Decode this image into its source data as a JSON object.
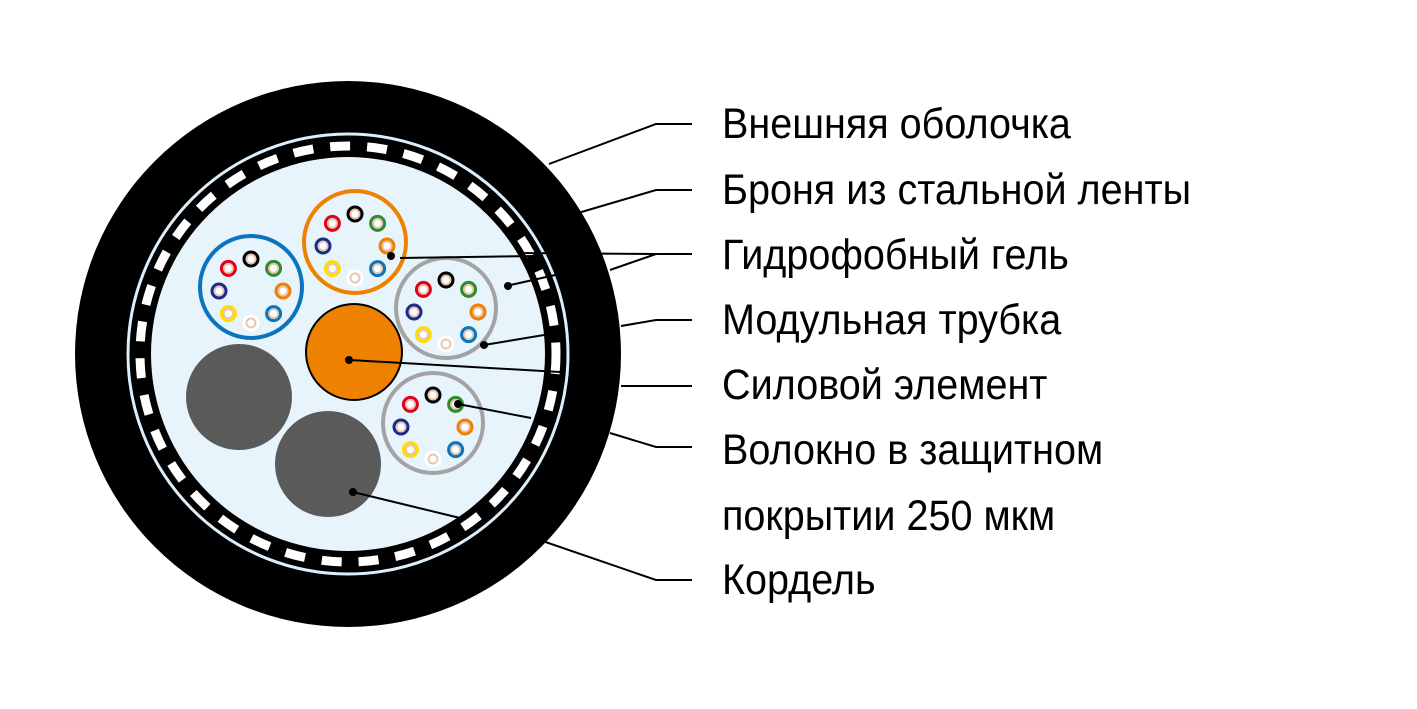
{
  "colors": {
    "jacket": "#000000",
    "gel": "#e8f4fc",
    "strength_member": "#ee8100",
    "filler": "#5a5a5b",
    "tube_blue": "#0a74bc",
    "tube_orange": "#ee8100",
    "tube_gray": "#a3a3a3",
    "fiber_core": "#e6c8b0"
  },
  "fiber_colors": [
    "#000000",
    "#2e8b2e",
    "#ee8100",
    "#0a74bc",
    "#ffffff",
    "#ffdd00",
    "#1c2a8a",
    "#e2001a"
  ],
  "labels": [
    {
      "id": "outer-sheath",
      "text": "Внешняя оболочка"
    },
    {
      "id": "steel-tape-armor",
      "text": "Броня из стальной ленты"
    },
    {
      "id": "hydrophobic-gel",
      "text": "Гидрофобный гель"
    },
    {
      "id": "loose-tube",
      "text": "Модульная трубка"
    },
    {
      "id": "strength-member",
      "text": "Силовой элемент"
    },
    {
      "id": "coated-fiber",
      "text": "Волокно в защитном",
      "text2": "покрытии 250 мкм"
    },
    {
      "id": "filler",
      "text": "Кордель"
    }
  ]
}
